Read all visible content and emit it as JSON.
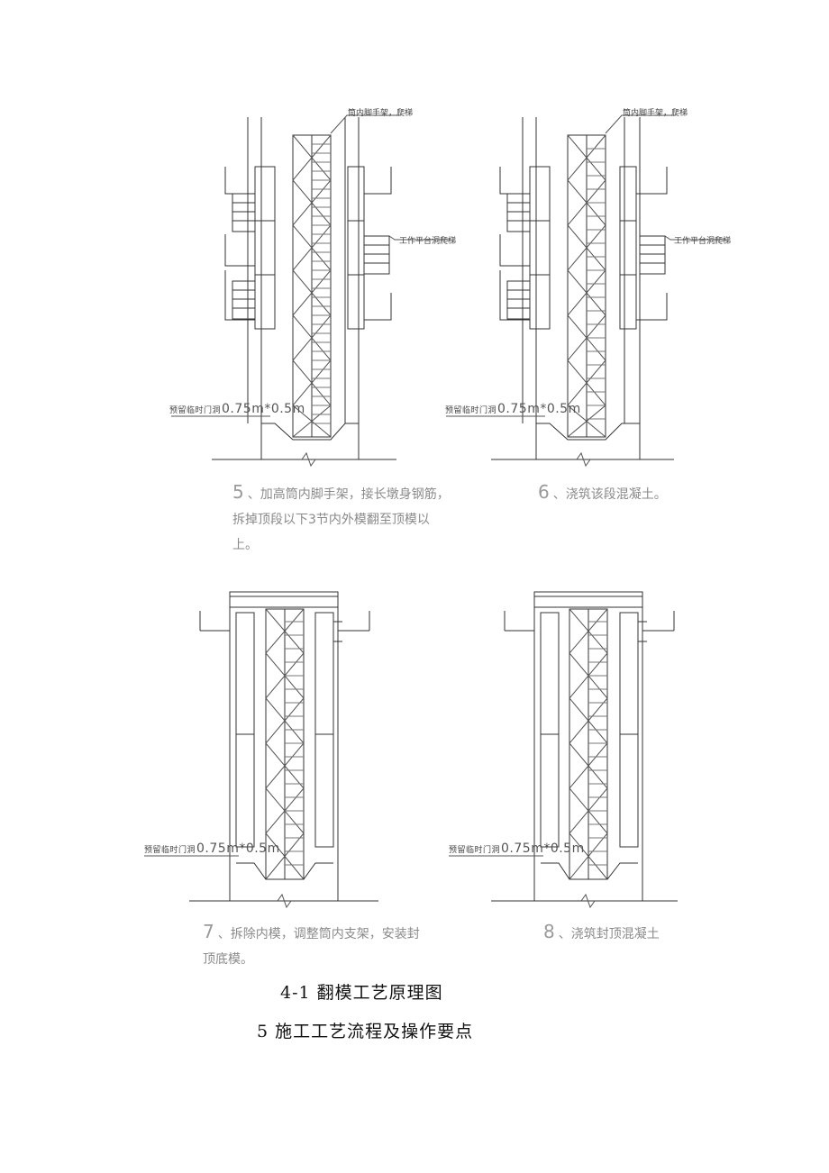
{
  "panels": [
    {
      "id": "p5",
      "label_top": "筒内脚手架，爬梯",
      "label_side": "工作平台洞爬梯",
      "dim_prefix": "预留临时门洞",
      "dim_value": "0.75m*0.5m",
      "caption_num": "5",
      "caption_lines": [
        "、加高筒内脚手架，接长墩身钢筋，",
        "拆掉顶段以下3节内外模翻至顶模以",
        "上。"
      ]
    },
    {
      "id": "p6",
      "label_top": "筒内脚手架，爬梯",
      "label_side": "工作平台洞爬梯",
      "dim_prefix": "预留临时门洞",
      "dim_value": "0.75m*0.5m",
      "caption_num": "6",
      "caption_lines": [
        "、浇筑该段混凝土。"
      ]
    },
    {
      "id": "p7",
      "dim_prefix": "预留临时门洞",
      "dim_value": "0.75m*0.5m",
      "caption_num": "7",
      "caption_lines": [
        "、拆除内模，调整筒内支架，安装封",
        "顶底模。"
      ]
    },
    {
      "id": "p8",
      "dim_prefix": "预留临时门洞",
      "dim_value": "0.75m*0.5m",
      "caption_num": "8",
      "caption_lines": [
        "、浇筑封顶混凝土"
      ]
    }
  ],
  "figure_title": "4-1 翻模工艺原理图",
  "section_title": "5 施工工艺流程及操作要点"
}
